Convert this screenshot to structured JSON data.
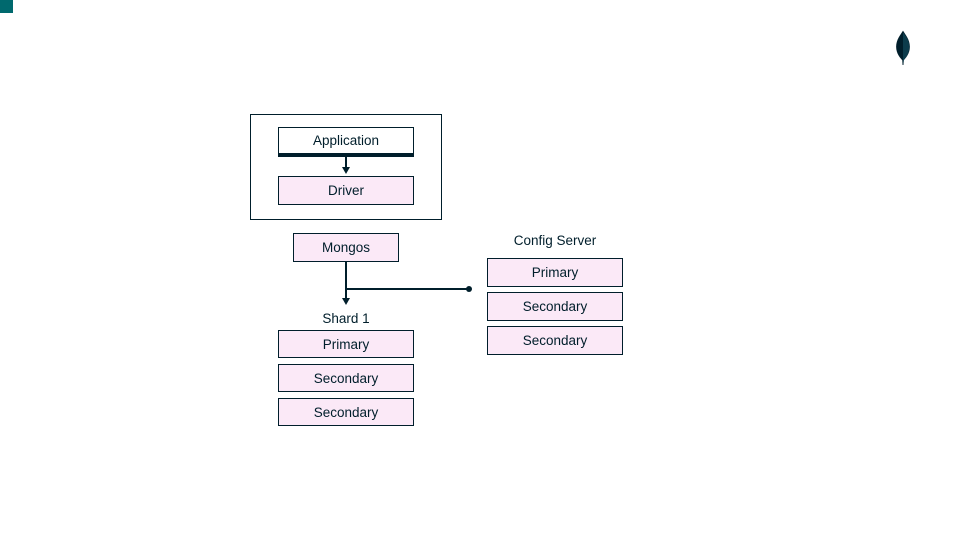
{
  "colors": {
    "background": "#ffffff",
    "node_fill": "#fbe9f7",
    "node_border": "#001e2b",
    "text": "#001e2b",
    "corner_square": "#00696e",
    "logo": "#001e2b"
  },
  "icons": {
    "corner_square": "teal-accent-square",
    "logo": "mongodb-leaf-logo"
  },
  "diagram": {
    "app_group": {
      "application_label": "Application",
      "driver_label": "Driver"
    },
    "mongos_label": "Mongos",
    "shard": {
      "title": "Shard 1",
      "nodes": [
        "Primary",
        "Secondary",
        "Secondary"
      ]
    },
    "config": {
      "title": "Config Server",
      "nodes": [
        "Primary",
        "Secondary",
        "Secondary"
      ]
    }
  }
}
